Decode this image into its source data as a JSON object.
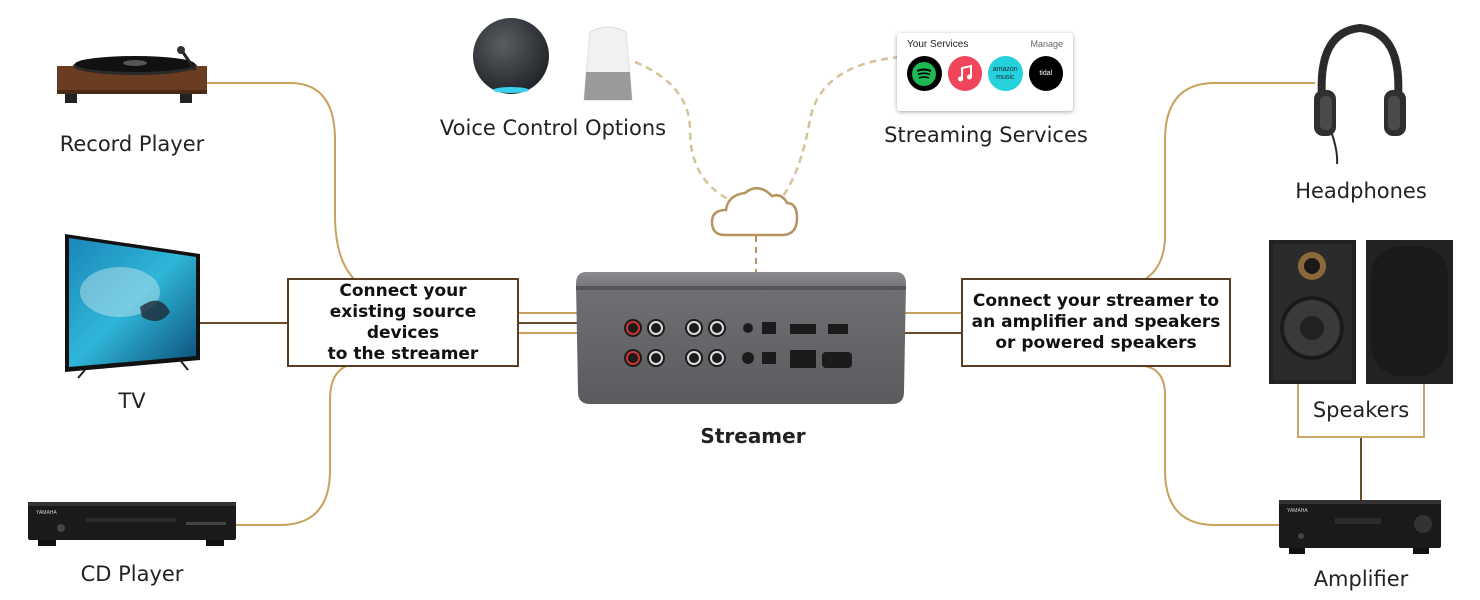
{
  "colors": {
    "wire_gold": "#c9a25f",
    "wire_brown": "#6b4a2b",
    "callout_border": "#5a3d22",
    "streamer_body": "#6c6d70",
    "cloud_stroke": "#b89360"
  },
  "devices": {
    "record_player": "Record Player",
    "tv": "TV",
    "cd_player": "CD Player",
    "voice_control": "Voice Control Options",
    "streaming_services": "Streaming Services",
    "headphones": "Headphones",
    "speakers": "Speakers",
    "amplifier": "Amplifier",
    "streamer": "Streamer"
  },
  "callouts": {
    "source": [
      "Connect your",
      "existing source devices",
      "to the streamer"
    ],
    "output": [
      "Connect your streamer to",
      "an amplifier and speakers",
      "or powered speakers"
    ]
  },
  "streaming_card": {
    "title": "Your Services",
    "manage": "Manage",
    "icons": [
      {
        "name": "spotify-icon",
        "color": "#1db954",
        "label": ""
      },
      {
        "name": "apple-music-icon",
        "color": "#f0455a",
        "label": ""
      },
      {
        "name": "amazon-music-icon",
        "color": "#25d1da",
        "label": "amazon music"
      },
      {
        "name": "tidal-icon",
        "color": "#000000",
        "label": "tidal"
      }
    ]
  }
}
